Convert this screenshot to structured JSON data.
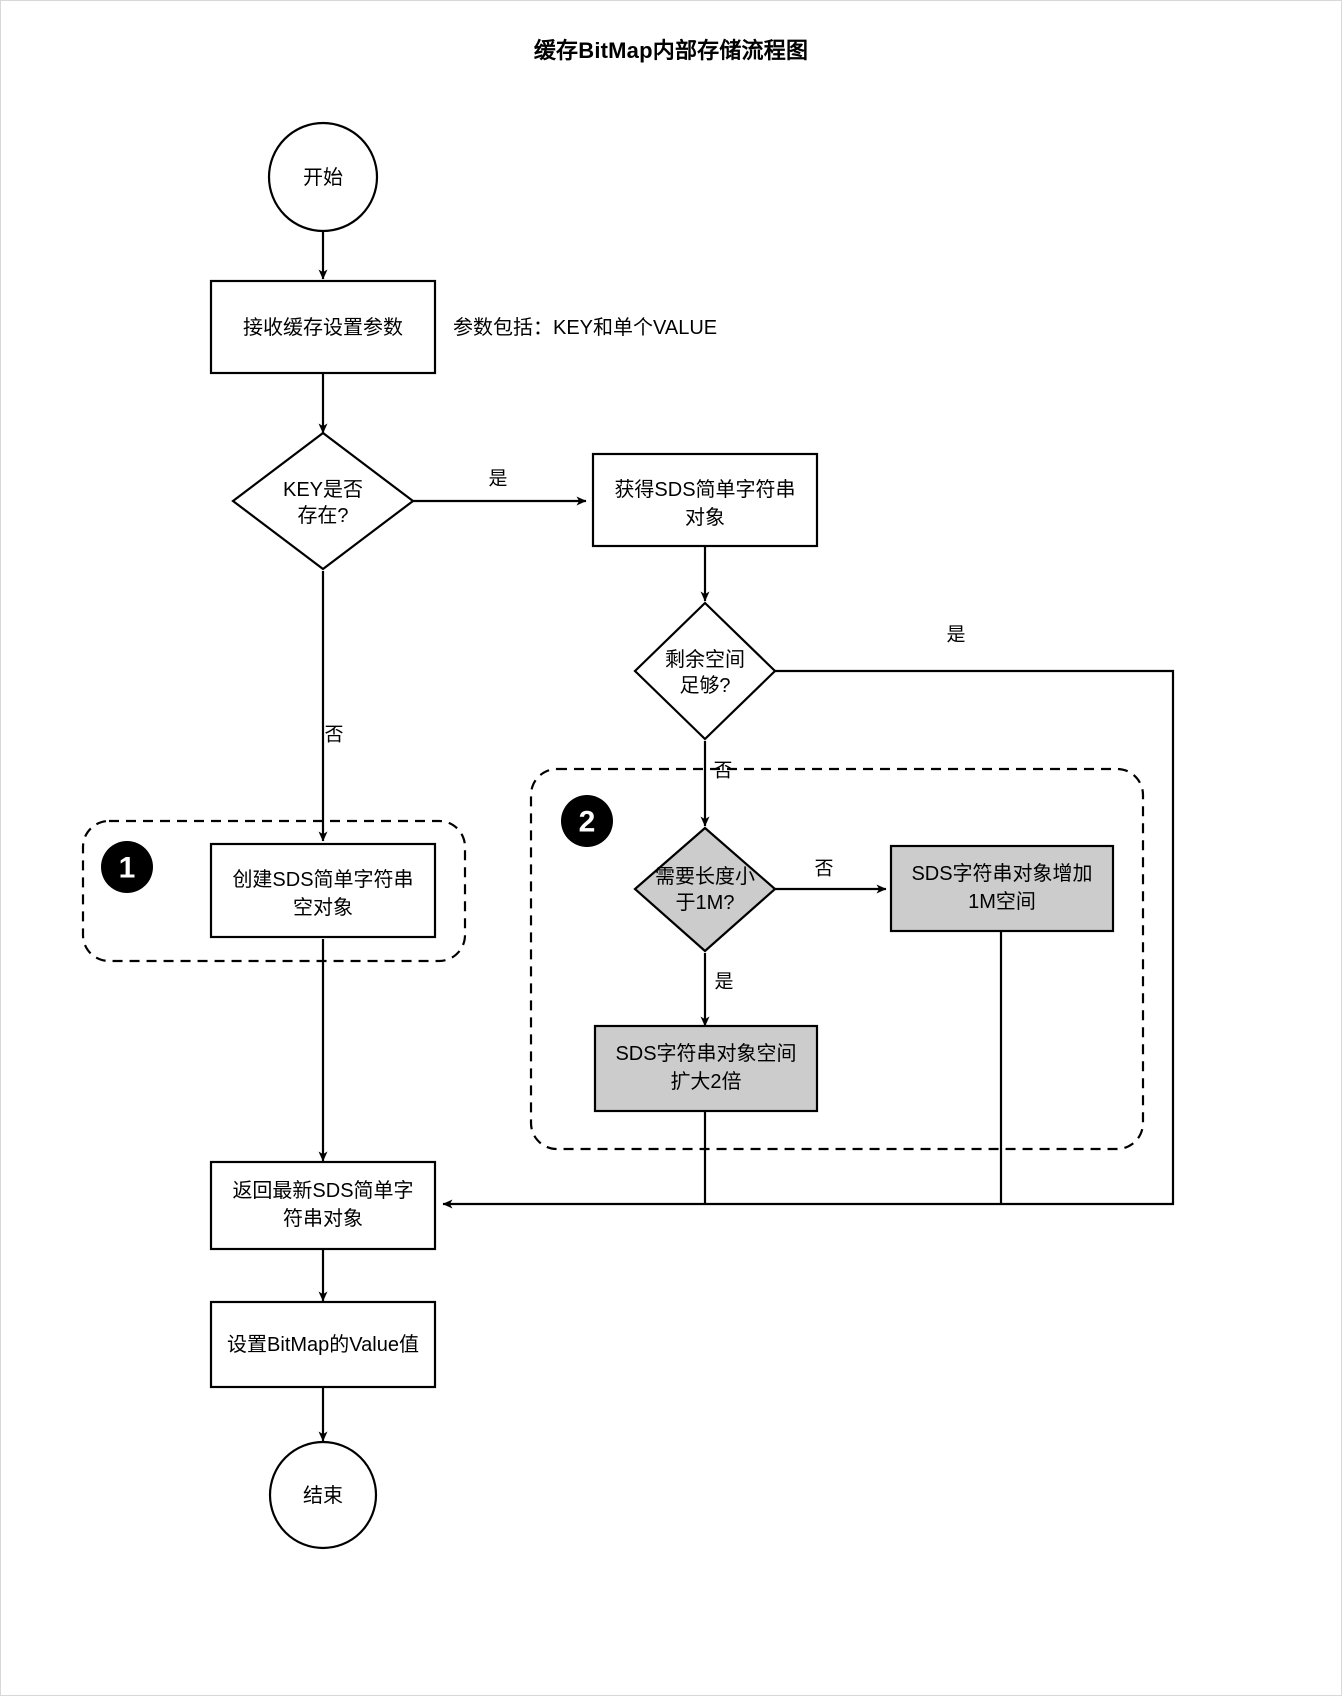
{
  "diagram": {
    "title": "缓存BitMap内部存储流程图",
    "colors": {
      "background": "#ffffff",
      "stroke": "#000000",
      "node_fill": "#ffffff",
      "highlight_fill": "#cccccc",
      "badge_fill": "#000000",
      "badge_text": "#ffffff"
    },
    "nodes": {
      "start": "开始",
      "receive_params": "接收缓存设置参数",
      "key_exists": "KEY是否\n存在?",
      "key_exists_l1": "KEY是否",
      "key_exists_l2": "存在?",
      "get_sds_l1": "获得SDS简单字符串",
      "get_sds_l2": "对象",
      "space_enough_l1": "剩余空间",
      "space_enough_l2": "足够?",
      "create_sds_l1": "创建SDS简单字符串",
      "create_sds_l2": "空对象",
      "need_len_l1": "需要长度小",
      "need_len_l2": "于1M?",
      "add_1m_l1": "SDS字符串对象增加",
      "add_1m_l2": "1M空间",
      "double_l1": "SDS字符串对象空间",
      "double_l2": "扩大2倍",
      "return_sds_l1": "返回最新SDS简单字",
      "return_sds_l2": "符串对象",
      "set_bitmap": "设置BitMap的Value值",
      "end": "结束"
    },
    "annotations": {
      "params_note": "参数包括：KEY和单个VALUE"
    },
    "badges": {
      "one": "1",
      "two": "2"
    },
    "edge_labels": {
      "key_yes": "是",
      "key_no": "否",
      "space_yes": "是",
      "space_no": "否",
      "len_no": "否",
      "len_yes": "是"
    }
  }
}
